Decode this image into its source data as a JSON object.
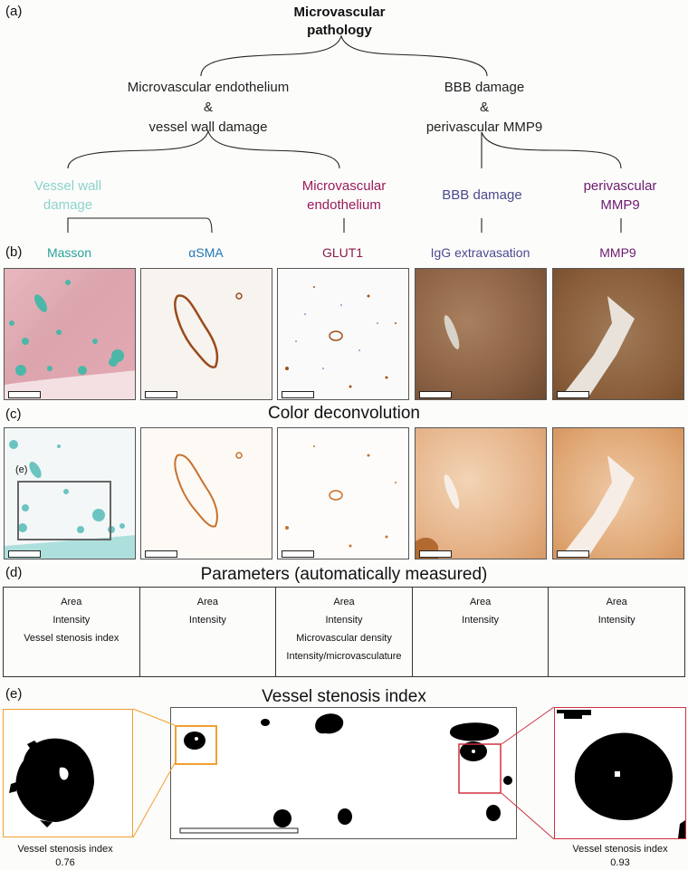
{
  "labels": {
    "a": "(a)",
    "b": "(b)",
    "c": "(c)",
    "d": "(d)",
    "e": "(e)"
  },
  "tree": {
    "root": [
      "Microvascular",
      "pathology"
    ],
    "left": [
      "Microvascular endothelium",
      "&",
      "vessel wall damage"
    ],
    "right": [
      "BBB damage",
      "&",
      "perivascular MMP9"
    ],
    "leaves": [
      {
        "lines": [
          "Vessel wall",
          "damage"
        ],
        "color": "#8cd3cb"
      },
      {
        "lines": [
          "Microvascular",
          "endothelium"
        ],
        "color": "#9b1b5a"
      },
      {
        "lines": [
          "BBB damage"
        ],
        "color": "#4a4a8e"
      },
      {
        "lines": [
          "perivascular",
          "MMP9"
        ],
        "color": "#6b1a6e"
      }
    ]
  },
  "stains": [
    {
      "name": "Masson",
      "color": "#2aa198"
    },
    {
      "name": "αSMA",
      "color": "#1f77b4"
    },
    {
      "name": "GLUT1",
      "color": "#8b1a4a"
    },
    {
      "name": "IgG extravasation",
      "color": "#4a4a8e"
    },
    {
      "name": "MMP9",
      "color": "#6b1a6e"
    }
  ],
  "deconvolution_title": "Color deconvolution",
  "inset_label": "(e)",
  "parameters": {
    "title": "Parameters (automatically measured)",
    "columns": [
      [
        "Area",
        "Intensity",
        "Vessel stenosis index"
      ],
      [
        "Area",
        "Intensity"
      ],
      [
        "Area",
        "Intensity",
        "Microvascular density",
        "Intensity/microvasculature"
      ],
      [
        "Area",
        "Intensity"
      ],
      [
        "Area",
        "Intensity"
      ]
    ]
  },
  "stenosis": {
    "title": "Vessel stenosis index",
    "left": {
      "label": "Vessel stenosis index",
      "value": "0.76",
      "frame_color": "#f0a030"
    },
    "right": {
      "label": "Vessel stenosis index",
      "value": "0.93",
      "frame_color": "#d03040"
    }
  }
}
